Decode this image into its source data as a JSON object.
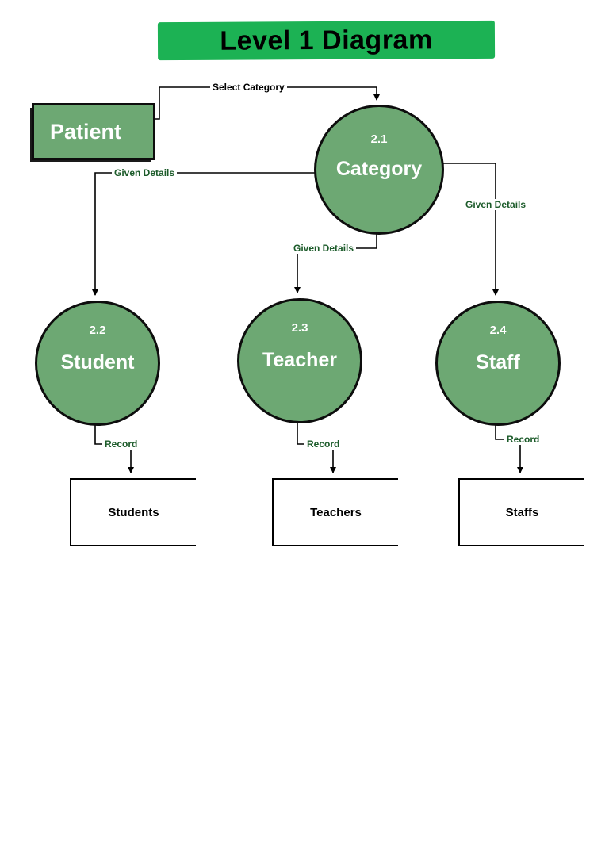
{
  "title": "Level 1 Diagram",
  "colors": {
    "highlight": "#1cb254",
    "node": "#6da873",
    "flow_label": "#1c5b2a",
    "outline": "#0d0d0d"
  },
  "external_entities": [
    {
      "name": "Patient"
    }
  ],
  "processes": [
    {
      "id": "2.1",
      "name": "Category"
    },
    {
      "id": "2.2",
      "name": "Student"
    },
    {
      "id": "2.3",
      "name": "Teacher"
    },
    {
      "id": "2.4",
      "name": "Staff"
    }
  ],
  "data_stores": [
    {
      "name": "Students"
    },
    {
      "name": "Teachers"
    },
    {
      "name": "Staffs"
    }
  ],
  "flows": [
    {
      "label": "Select Category",
      "from": "Patient",
      "to": "Category"
    },
    {
      "label": "Given Details",
      "from": "Category",
      "to": "Student"
    },
    {
      "label": "Given Details",
      "from": "Category",
      "to": "Teacher"
    },
    {
      "label": "Given Details",
      "from": "Category",
      "to": "Staff"
    },
    {
      "label": "Record",
      "from": "Student",
      "to": "Students"
    },
    {
      "label": "Record",
      "from": "Teacher",
      "to": "Teachers"
    },
    {
      "label": "Record",
      "from": "Staff",
      "to": "Staffs"
    }
  ]
}
